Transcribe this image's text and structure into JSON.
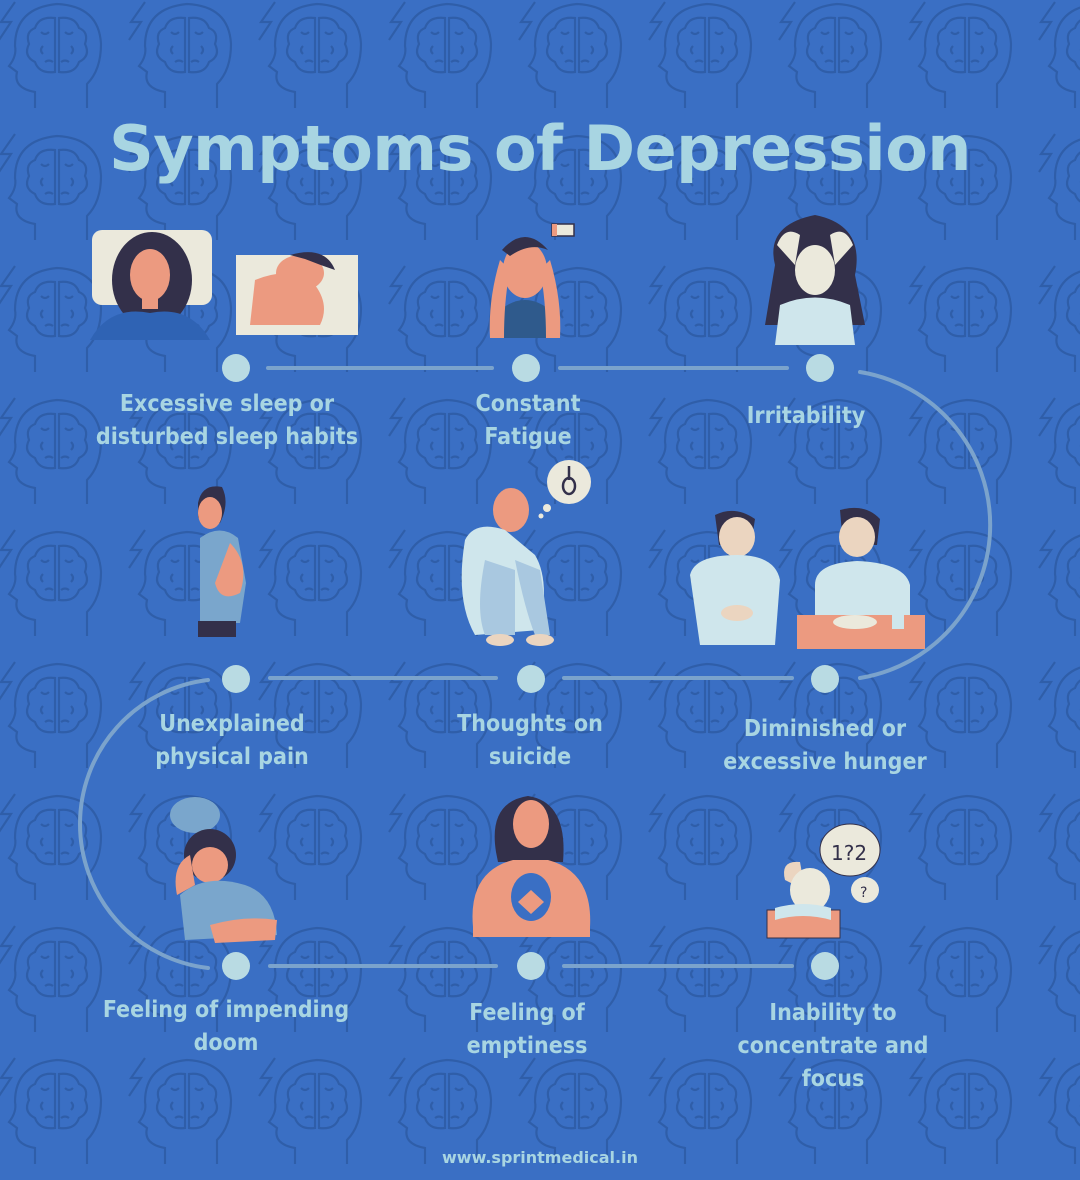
{
  "title": "Symptoms of Depression",
  "colors": {
    "background": "#3a6fc4",
    "pattern": "#2f5ea9",
    "text": "#a8d5e2",
    "connector": "#7ba3cc",
    "dot": "#b9dbe3",
    "skin": "#ec9a80",
    "hair": "#33304a",
    "cloth_light": "#cfe6ec",
    "cloth_mid": "#7aa6cc",
    "pillow": "#ebe9dc"
  },
  "background_pattern_icon": "head-with-brain-and-lightning-icon",
  "rows": [
    {
      "items": [
        {
          "label_lines": [
            "Excessive sleep or",
            "disturbed sleep habits"
          ],
          "illustration": "woman-awake-in-bed-and-man-sleeping-icon"
        },
        {
          "label_lines": [
            "Constant",
            "Fatigue"
          ],
          "illustration": "man-holding-head-low-battery-icon"
        },
        {
          "label_lines": [
            "Irritability"
          ],
          "illustration": "woman-pulling-hair-icon"
        }
      ]
    },
    {
      "items": [
        {
          "label_lines": [
            "Unexplained",
            "physical pain"
          ],
          "illustration": "man-holding-back-pain-icon"
        },
        {
          "label_lines": [
            "Thoughts on",
            "suicide"
          ],
          "illustration": "person-hugging-knees-noose-thought-icon"
        },
        {
          "label_lines": [
            "Diminished or",
            "excessive hunger"
          ],
          "illustration": "man-stomach-ache-and-man-at-table-icon"
        }
      ]
    },
    {
      "items": [
        {
          "label_lines": [
            "Feeling of impending",
            "doom"
          ],
          "illustration": "woman-with-dark-cloud-icon"
        },
        {
          "label_lines": [
            "Feeling of",
            "emptiness"
          ],
          "illustration": "woman-with-hole-in-chest-icon"
        },
        {
          "label_lines": [
            "Inability to",
            "concentrate and",
            "focus"
          ],
          "illustration": "girl-reading-confused-thoughts-icon"
        }
      ]
    }
  ],
  "footer": "www.sprintmedical.in"
}
